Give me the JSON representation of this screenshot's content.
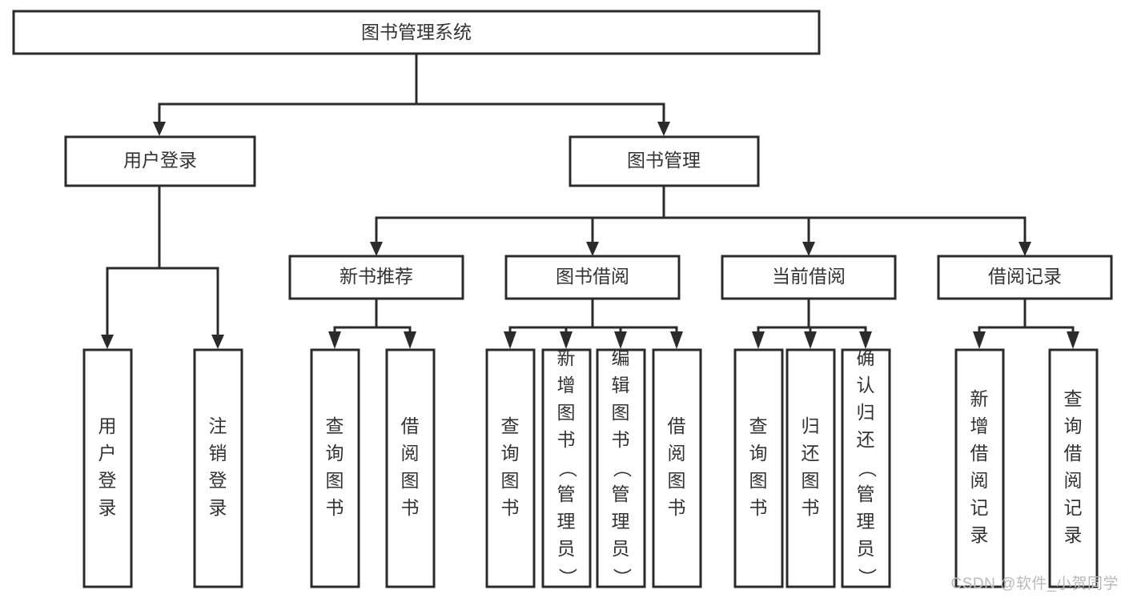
{
  "diagram": {
    "type": "tree-hierarchy-chart",
    "title": "图书管理系统",
    "watermark": "CSDN @软件_小贺同学",
    "colors": {
      "node_stroke": "#2b2b2b",
      "node_fill": "#ffffff",
      "label_text": "#333333",
      "watermark_text": "#b9b9b9",
      "background": "#ffffff"
    },
    "nodes": {
      "root": {
        "label": "图书管理系统",
        "orientation": "horizontal"
      },
      "level2": [
        {
          "id": "user-login",
          "label": "用户登录",
          "orientation": "horizontal"
        },
        {
          "id": "book-manage",
          "label": "图书管理",
          "orientation": "horizontal"
        }
      ],
      "level3": [
        {
          "id": "new-book-recommend",
          "label": "新书推荐",
          "orientation": "horizontal"
        },
        {
          "id": "book-borrow",
          "label": "图书借阅",
          "orientation": "horizontal"
        },
        {
          "id": "current-borrow",
          "label": "当前借阅",
          "orientation": "horizontal"
        },
        {
          "id": "borrow-record",
          "label": "借阅记录",
          "orientation": "horizontal"
        }
      ],
      "leaves": {
        "user-login": [
          {
            "id": "leaf-user-login",
            "label": "用户登录",
            "orientation": "vertical"
          },
          {
            "id": "leaf-logout",
            "label": "注销登录",
            "orientation": "vertical"
          }
        ],
        "new-book-recommend": [
          {
            "id": "leaf-query-book-1",
            "label": "查询图书",
            "orientation": "vertical"
          },
          {
            "id": "leaf-borrow-book-1",
            "label": "借阅图书",
            "orientation": "vertical"
          }
        ],
        "book-borrow": [
          {
            "id": "leaf-query-book-2",
            "label": "查询图书",
            "orientation": "vertical"
          },
          {
            "id": "leaf-add-book",
            "label": "新增图书（管理员）",
            "orientation": "vertical"
          },
          {
            "id": "leaf-edit-book",
            "label": "编辑图书（管理员）",
            "orientation": "vertical"
          },
          {
            "id": "leaf-borrow-book-2",
            "label": "借阅图书",
            "orientation": "vertical"
          }
        ],
        "current-borrow": [
          {
            "id": "leaf-query-book-3",
            "label": "查询图书",
            "orientation": "vertical"
          },
          {
            "id": "leaf-return-book",
            "label": "归还图书",
            "orientation": "vertical"
          },
          {
            "id": "leaf-confirm-return",
            "label": "确认归还（管理员）",
            "orientation": "vertical"
          }
        ],
        "borrow-record": [
          {
            "id": "leaf-add-record",
            "label": "新增借阅记录",
            "orientation": "vertical"
          },
          {
            "id": "leaf-query-record",
            "label": "查询借阅记录",
            "orientation": "vertical"
          }
        ]
      }
    }
  }
}
